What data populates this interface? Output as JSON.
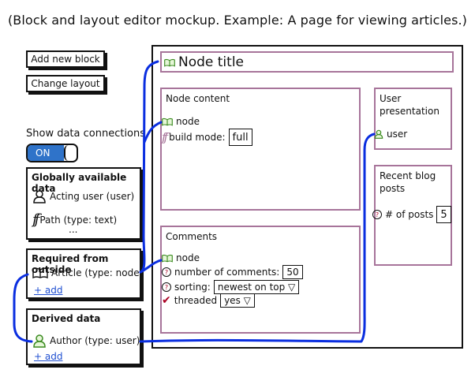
{
  "header": {
    "title": "(Block and layout editor mockup. Example: A page for viewing articles.)"
  },
  "toolbar": {
    "add_block_label": "Add new block",
    "change_layout_label": "Change layout"
  },
  "connections": {
    "label": "Show data connections",
    "toggle_state": "ON"
  },
  "global_panel": {
    "title": "Globally available data",
    "items": [
      {
        "label": "Acting user (user)",
        "icon": "user-icon"
      },
      {
        "label": "Path (type: text)",
        "icon": "text-icon"
      }
    ],
    "more": "..."
  },
  "required_panel": {
    "title": "Required from outside",
    "items": [
      {
        "label": "Article (type: node)",
        "icon": "book-icon"
      }
    ],
    "add_label": "+ add"
  },
  "derived_panel": {
    "title": "Derived data",
    "items": [
      {
        "label": "Author (type: user)",
        "icon": "user-icon"
      }
    ],
    "add_label": "+ add"
  },
  "canvas": {
    "node_title": {
      "label": "Node title"
    },
    "node_content": {
      "title": "Node content",
      "node_label": "node",
      "build_mode_label": "build mode:",
      "build_mode_value": "full"
    },
    "comments": {
      "title": "Comments",
      "node_label": "node",
      "count_label": "number of comments:",
      "count_value": "50",
      "sorting_label": "sorting:",
      "sorting_value": "newest on top ▽",
      "threaded_label": "threaded",
      "threaded_value": "yes ▽"
    },
    "user_presentation": {
      "title": "User presentation",
      "user_label": "user"
    },
    "recent_posts": {
      "title": "Recent blog posts",
      "posts_label": "# of posts",
      "posts_value": "5"
    }
  },
  "colors": {
    "connection": "#0a2ee0",
    "region_border": "#a7749a",
    "toggle_on": "#2f73c9"
  }
}
